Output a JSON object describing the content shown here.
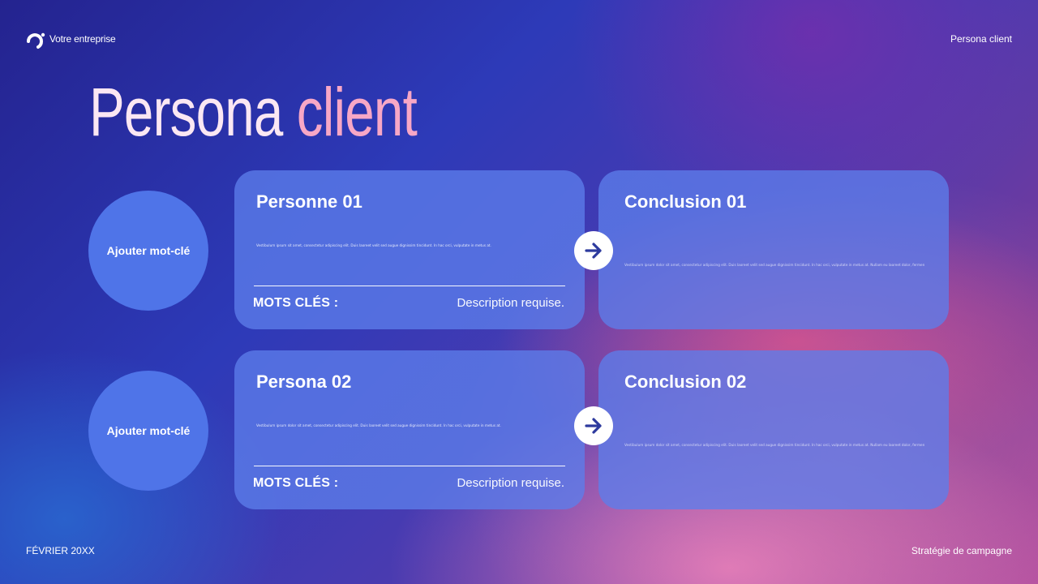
{
  "header": {
    "company": "Votre entreprise",
    "section": "Persona client",
    "logo_icon": "brand-logo-icon"
  },
  "title": {
    "word1": "Persona",
    "word2": "client"
  },
  "rows": [
    {
      "keyword_circle": "Ajouter mot-clé",
      "card": {
        "title": "Personne 01",
        "body": "Vestibulum ipsum sit amet, consectetur adipiscing elit. Duis laoreet velit sed augue dignissim tincidunt. In hac orci, vulputate in metus at.",
        "keywords_label": "MOTS CLÉS :",
        "keywords_value": "Description requise."
      },
      "conclusion": {
        "title": "Conclusion 01",
        "body": "Vestibulum ipsum dolor sit amet, consectetur adipiscing elit. Duis laoreet velit sed augue dignissim tincidunt. In hac orci, vulputate in metus at. Nullam eu laoreet dolor, fermentum ut dolor egestas dignissim at."
      }
    },
    {
      "keyword_circle": "Ajouter mot-clé",
      "card": {
        "title": "Persona 02",
        "body": "Vestibulum ipsum dolor sit amet, consectetur adipiscing elit. Duis laoreet velit sed augue dignissim tincidunt. In hac orci, vulputate in metus at.",
        "keywords_label": "MOTS CLÉS :",
        "keywords_value": "Description requise."
      },
      "conclusion": {
        "title": "Conclusion 02",
        "body": "Vestibulum ipsum dolor sit amet, consectetur adipiscing elit. Duis laoreet velit sed augue dignissim tincidunt. In hac orci, vulputate in metus at. Nullam eu laoreet dolor, fermentum ut dolor egestas dignissim at."
      }
    }
  ],
  "footer": {
    "date": "FÉVRIER 20XX",
    "campaign": "Stratégie de campagne"
  },
  "colors": {
    "circle": "#4f74e8",
    "card": "#5c7deb",
    "title_word1": "#fbe7f3",
    "title_word2": "#f7a7c6",
    "arrow": "#2d3a9e"
  },
  "icons": {
    "arrow": "arrow-right-icon"
  }
}
